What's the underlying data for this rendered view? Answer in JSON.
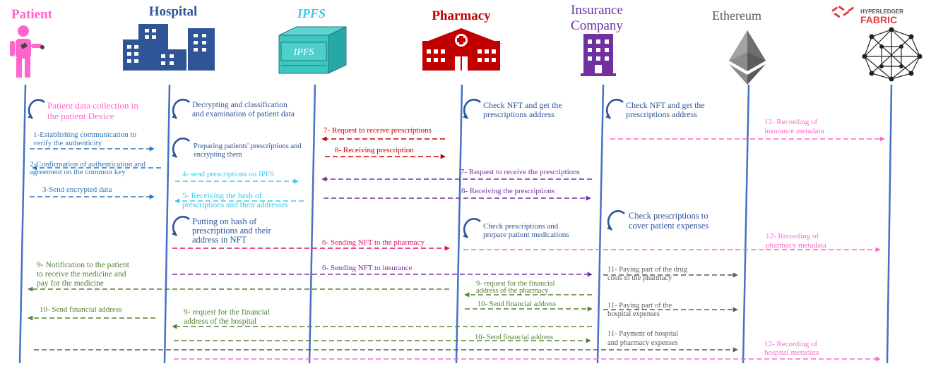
{
  "participants": [
    {
      "id": "patient",
      "name": "Patient",
      "color": "#ff66cc",
      "icon": "patient-icon"
    },
    {
      "id": "hospital",
      "name": "Hospital",
      "color": "#2f5597",
      "icon": "hospital-building-icon"
    },
    {
      "id": "ipfs",
      "name": "IPFS",
      "color": "#33ccee",
      "icon": "ipfs-box-icon",
      "icon_text": "IPFS"
    },
    {
      "id": "pharmacy",
      "name": "Pharmacy",
      "color": "#c00000",
      "icon": "pharmacy-building-icon"
    },
    {
      "id": "insurance",
      "name_lines": [
        "Insurance",
        "Company"
      ],
      "color": "#7030a0",
      "icon": "insurance-building-icon"
    },
    {
      "id": "ethereum",
      "name": "Ethereum",
      "color": "#595959",
      "icon": "ethereum-logo-icon"
    },
    {
      "id": "fabric",
      "name": "",
      "color": "#e04040",
      "icon": "hyperledger-fabric-logo-icon",
      "logo_lines": [
        "HYPERLEDGER",
        "FABRIC"
      ]
    }
  ],
  "self_steps": [
    {
      "lifeline": "patient",
      "lines": [
        "Patient data collection in",
        "the patient Device"
      ],
      "color": "#ff66cc"
    },
    {
      "lifeline": "hospital",
      "lines": [
        "Decrypting and classification",
        "and examination of patient data"
      ],
      "color": "#2f5597"
    },
    {
      "lifeline": "hospital",
      "lines": [
        "Preparing patients' prescriptions and",
        "encrypting them"
      ],
      "color": "#2f5597"
    },
    {
      "lifeline": "hospital",
      "lines": [
        "Putting on hash of",
        "prescriptions and their",
        "address in NFT"
      ],
      "color": "#2f5597"
    },
    {
      "lifeline": "pharmacy",
      "lines": [
        "Check NFT and get the",
        "prescriptions address"
      ],
      "color": "#2f5597"
    },
    {
      "lifeline": "pharmacy",
      "lines": [
        "Check prescriptions and",
        "prepare patient medications"
      ],
      "color": "#2f5597"
    },
    {
      "lifeline": "insurance",
      "lines": [
        "Check NFT and get the",
        "prescriptions address"
      ],
      "color": "#2f5597"
    },
    {
      "lifeline": "insurance",
      "lines": [
        "Check prescriptions to",
        "cover patient expenses"
      ],
      "color": "#2f5597"
    }
  ],
  "messages": [
    {
      "lines": [
        "1-Establishing communication to",
        "verify the authenticity"
      ],
      "color": "#2e75b6"
    },
    {
      "lines": [
        "2-Confirmation of authentication and",
        "agreement on the common key"
      ],
      "color": "#2e75b6"
    },
    {
      "lines": [
        "3-Send encrypted data"
      ],
      "color": "#2e75b6"
    },
    {
      "lines": [
        "4- send prescriptions on IPFS"
      ],
      "color": "#33ccee"
    },
    {
      "lines": [
        "5- Receiving the hash of",
        "prescriptions and their addresses"
      ],
      "color": "#33ccee"
    },
    {
      "lines": [
        "6- Sending NFT to the pharmacy"
      ],
      "color": "#e0106a"
    },
    {
      "lines": [
        "6- Sending NFT to insurance"
      ],
      "color": "#7030a0"
    },
    {
      "lines": [
        "7- Request to receive prescriptions"
      ],
      "color": "#c00000"
    },
    {
      "lines": [
        "8- Receiving prescription"
      ],
      "color": "#c00000"
    },
    {
      "lines": [
        "7- Request to receive the prescriptions"
      ],
      "color": "#7030a0"
    },
    {
      "lines": [
        "8- Receiving the prescriptions"
      ],
      "color": "#7030a0"
    },
    {
      "lines": [
        "9- Notification to the patient",
        "to receive the medicine and",
        "pay for the medicine"
      ],
      "color": "#548235"
    },
    {
      "lines": [
        "9- request for the financial",
        "address of the pharmacy"
      ],
      "color": "#548235"
    },
    {
      "lines": [
        "10- Send financial address"
      ],
      "color": "#548235"
    },
    {
      "lines": [
        "10- Send financial address"
      ],
      "color": "#548235"
    },
    {
      "lines": [
        "9- request for the financial",
        "address of the hospital"
      ],
      "color": "#548235"
    },
    {
      "lines": [
        "10- Send financial address"
      ],
      "color": "#548235"
    },
    {
      "lines": [
        "11- Paying part of the drug",
        "costs to the pharmacy"
      ],
      "color": "#595959"
    },
    {
      "lines": [
        "11- Paying part of the",
        "hospital expenses"
      ],
      "color": "#595959"
    },
    {
      "lines": [
        "11- Payment of hospital",
        "and pharmacy expenses"
      ],
      "color": "#595959"
    },
    {
      "lines": [
        "12- Recording of",
        "insurance metadata"
      ],
      "color": "#ff66cc"
    },
    {
      "lines": [
        "12- Recording of",
        "pharmacy metadata"
      ],
      "color": "#ff66cc"
    },
    {
      "lines": [
        "12- Recording of",
        "hospital metadata"
      ],
      "color": "#ff66cc"
    }
  ]
}
